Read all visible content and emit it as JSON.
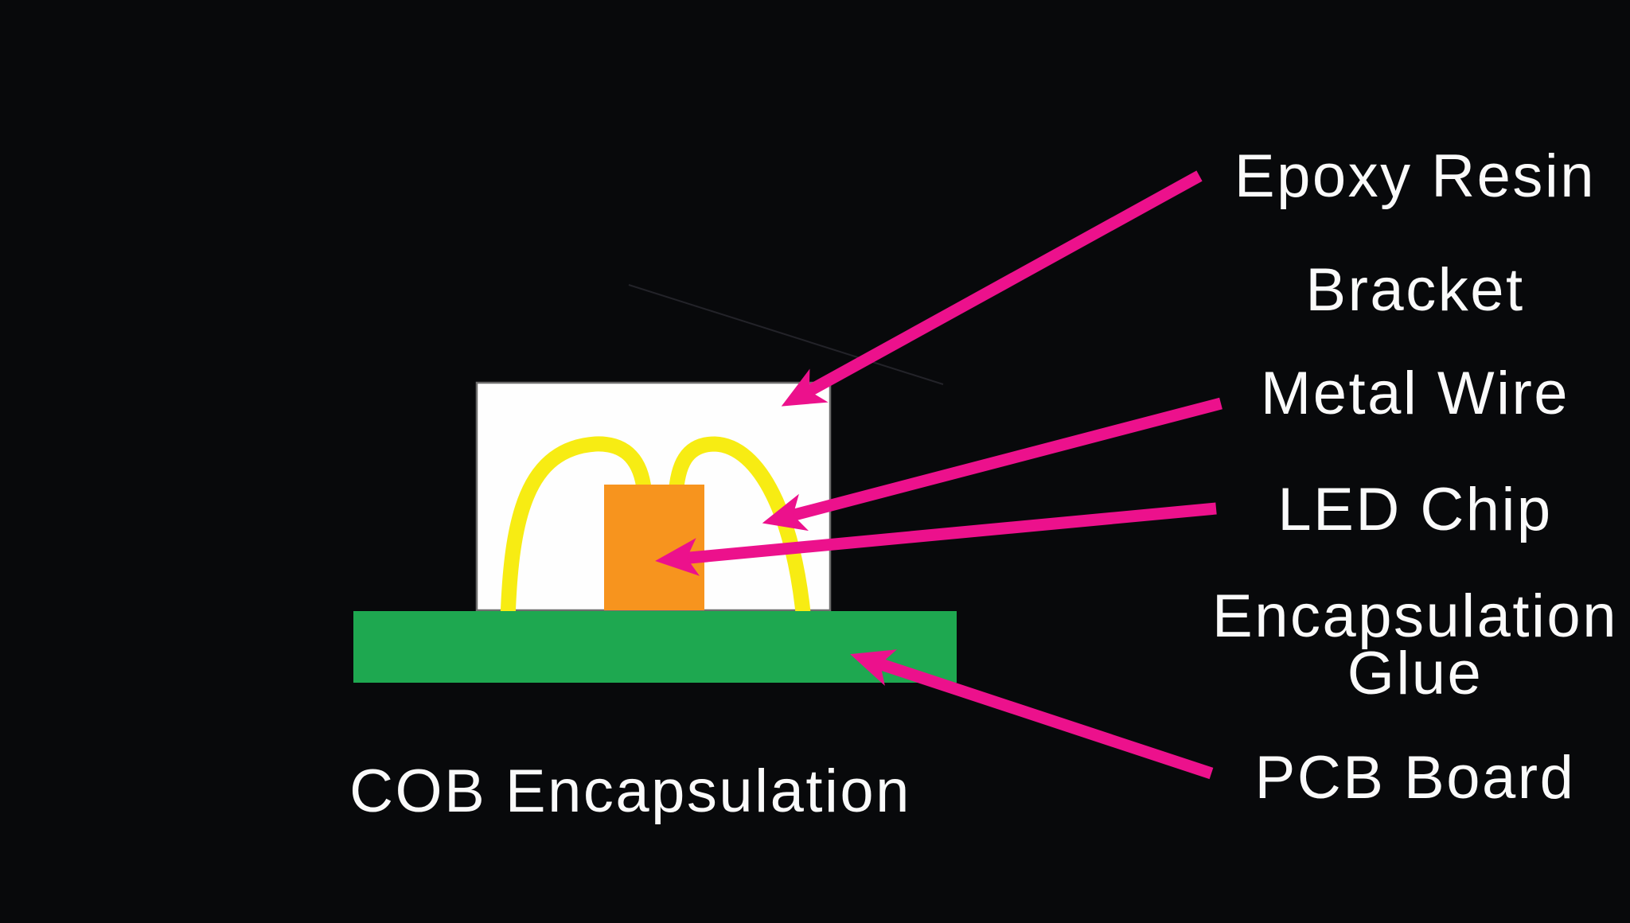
{
  "diagram": {
    "caption": "COB Encapsulation",
    "labels": {
      "epoxy_resin": "Epoxy Resin",
      "bracket": "Bracket",
      "metal_wire": "Metal Wire",
      "led_chip": "LED Chip",
      "encapsulation_glue_line1": "Encapsulation",
      "encapsulation_glue_line2": "Glue",
      "pcb_board": "PCB Board"
    },
    "colors": {
      "background": "#08090b",
      "text": "#fafafa",
      "arrow_magenta": "#ec118c",
      "wire_yellow": "#f7ec13",
      "chip_orange": "#f7941e",
      "pcb_green": "#1ea850",
      "bracket_white": "#fefefe"
    }
  }
}
